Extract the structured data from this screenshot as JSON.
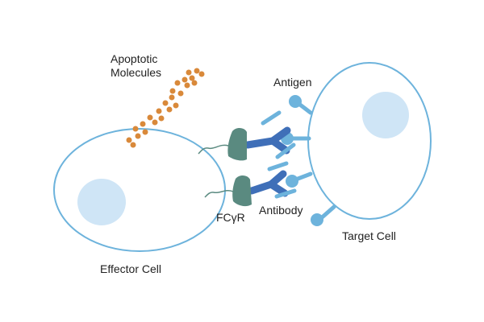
{
  "labels": {
    "apoptotic_line1": "Apoptotic",
    "apoptotic_line2": "Molecules",
    "antigen": "Antigen",
    "antibody": "Antibody",
    "fc_receptor": "FCγR",
    "target_cell": "Target Cell",
    "effector_cell": "Effector Cell"
  },
  "colors": {
    "cell_outline": "#6db3dc",
    "nucleus": "#cfe5f6",
    "antigen": "#6db3dc",
    "antibody": "#3f6fb8",
    "receptor": "#5a8a80",
    "apoptotic_dots": "#d9893a"
  }
}
